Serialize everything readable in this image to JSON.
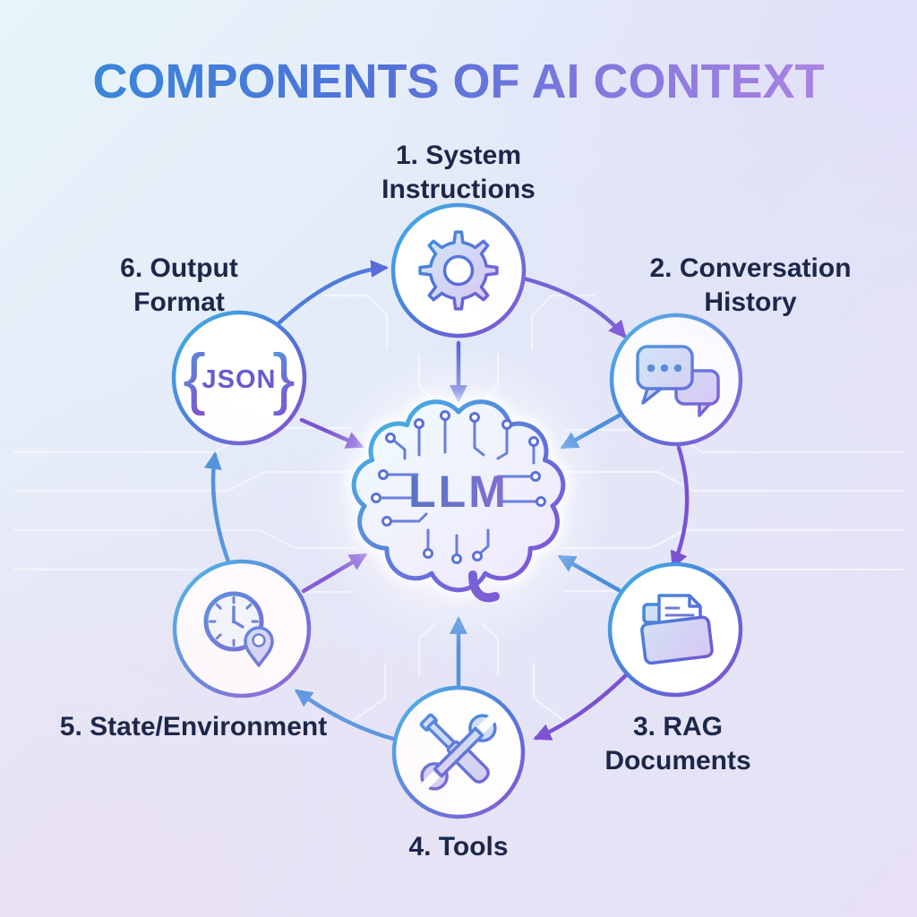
{
  "title": {
    "text": "COMPONENTS OF AI CONTEXT"
  },
  "center": {
    "label": "LLM",
    "icon": "brain-circuit-icon"
  },
  "nodes": [
    {
      "label": "1. System Instructions",
      "icon": "gear-icon"
    },
    {
      "label": "2. Conversation History",
      "icon": "chat-bubbles-icon"
    },
    {
      "label": "3. RAG Documents",
      "icon": "folder-documents-icon"
    },
    {
      "label": "4. Tools",
      "icon": "wrench-screwdriver-icon"
    },
    {
      "label": "5. State/Environment",
      "icon": "clock-location-pin-icon"
    },
    {
      "label": "6. Output Format",
      "icon": "json-braces-icon",
      "brace_open": "{",
      "text": "JSON",
      "brace_close": "}"
    }
  ],
  "arrows": {
    "outer_cycle_clockwise": [
      "6→1",
      "1→2",
      "2→3",
      "3→4",
      "4→5",
      "5→6"
    ],
    "into_center": [
      "1→LLM",
      "2→LLM",
      "3→LLM",
      "4→LLM",
      "5→LLM",
      "6→LLM"
    ]
  },
  "colors": {
    "title_gradient": [
      "#3a86da",
      "#8a4fd4"
    ],
    "accent_blue": "#4a8edd",
    "accent_indigo": "#5a6ad9",
    "accent_purple": "#7a52d3",
    "label_text": "#1c2749",
    "background_gradient": [
      "#e7f4fa",
      "#e7e0f6"
    ]
  }
}
